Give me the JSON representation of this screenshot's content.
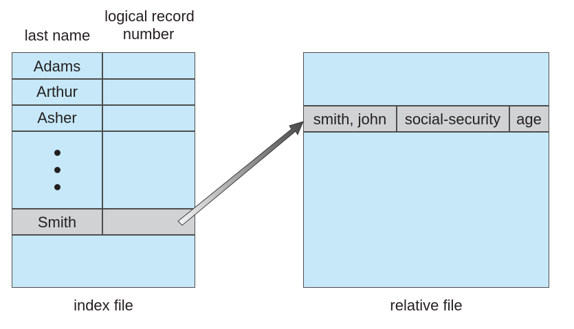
{
  "index_file": {
    "caption": "index file",
    "column_headers": {
      "last_name": "last name",
      "logical_record_line1": "logical record",
      "logical_record_line2": "number"
    },
    "rows": [
      {
        "last_name": "Adams",
        "record_number": ""
      },
      {
        "last_name": "Arthur",
        "record_number": ""
      },
      {
        "last_name": "Asher",
        "record_number": ""
      },
      {
        "last_name": "…",
        "record_number": "",
        "ellipsis": true
      },
      {
        "last_name": "Smith",
        "record_number": "",
        "highlighted": true
      }
    ]
  },
  "relative_file": {
    "caption": "relative file",
    "record_fields": [
      "smith, john",
      "social-security",
      "age"
    ]
  },
  "arrow": {
    "from": "index_file.Smith",
    "to": "relative_file.record"
  },
  "colors": {
    "file_fill": "#c6e8f8",
    "highlight_fill": "#d1d2d4",
    "border": "#4d4d4d",
    "text": "#231f20"
  }
}
